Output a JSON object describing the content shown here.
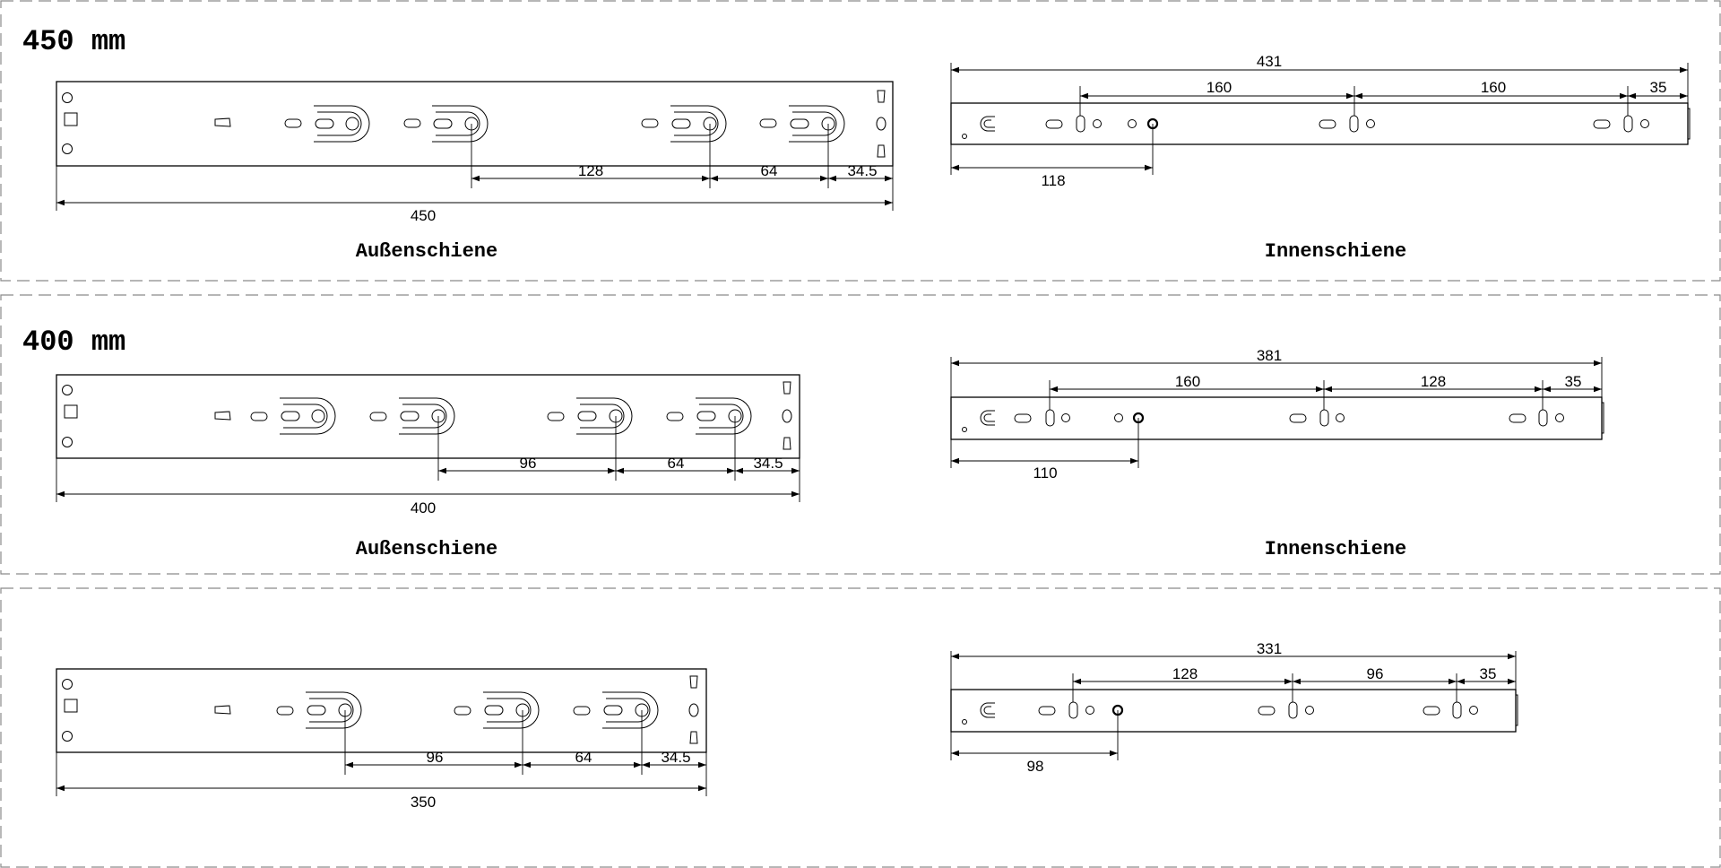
{
  "sections": [
    {
      "title": "450 mm",
      "outer": {
        "label": "Außenschiene",
        "dim_total": "450",
        "dim_a": "128",
        "dim_b": "64",
        "dim_c": "34.5"
      },
      "inner": {
        "label": "Innenschiene",
        "dim_total": "431",
        "dim_a": "160",
        "dim_b": "160",
        "dim_c": "35",
        "dim_bottom": "118"
      }
    },
    {
      "title": "400 mm",
      "outer": {
        "label": "Außenschiene",
        "dim_total": "400",
        "dim_a": "96",
        "dim_b": "64",
        "dim_c": "34.5"
      },
      "inner": {
        "label": "Innenschiene",
        "dim_total": "381",
        "dim_a": "160",
        "dim_b": "128",
        "dim_c": "35",
        "dim_bottom": "110"
      }
    },
    {
      "title": "",
      "outer": {
        "label": "",
        "dim_total": "350",
        "dim_a": "96",
        "dim_b": "64",
        "dim_c": "34.5"
      },
      "inner": {
        "label": "",
        "dim_total": "331",
        "dim_a": "128",
        "dim_b": "96",
        "dim_c": "35",
        "dim_bottom": "98"
      }
    }
  ]
}
